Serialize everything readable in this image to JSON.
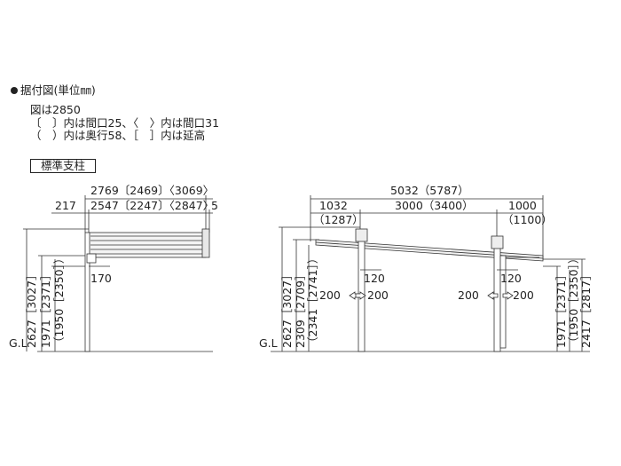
{
  "header": {
    "title": "据付図(単位㎜)"
  },
  "notes": [
    "図は2850",
    "〔　〕内は間口25、〈　〉内は間口31",
    "（　）内は奥行58、［　］内は延高"
  ],
  "badge": "標準支柱",
  "side_view": {
    "overall_width": "2769〔2469〕〈3069〉",
    "left_offset": "217",
    "inner_width": "2547〔2247〕〈2847〉",
    "right_offset": "5",
    "total_height": "2627［3027］",
    "beam_height_a": "1971［2371］",
    "beam_height_b": "（1950［2350］）",
    "post_depth": "170",
    "ground": "G.L"
  },
  "front_view": {
    "overall_width": "5032（5787）",
    "left_overhang": "1032",
    "left_overhang_alt": "（1287）",
    "span": "3000（3400）",
    "right_overhang": "1000",
    "right_overhang_alt": "（1100）",
    "post_width_left": "120",
    "post_width_right": "120",
    "left_total_height": "2627［3027］",
    "left_height_a": "2309［2709］",
    "left_height_b": "（2341［2741］）",
    "right_height_a": "1971［2371］",
    "right_height_b": "（1950［2350］）",
    "right_total_height": "2417［2817］",
    "clear_left_1": "200",
    "clear_right_1": "200",
    "clear_left_2": "200",
    "clear_right_2": "200",
    "ground": "G.L"
  }
}
